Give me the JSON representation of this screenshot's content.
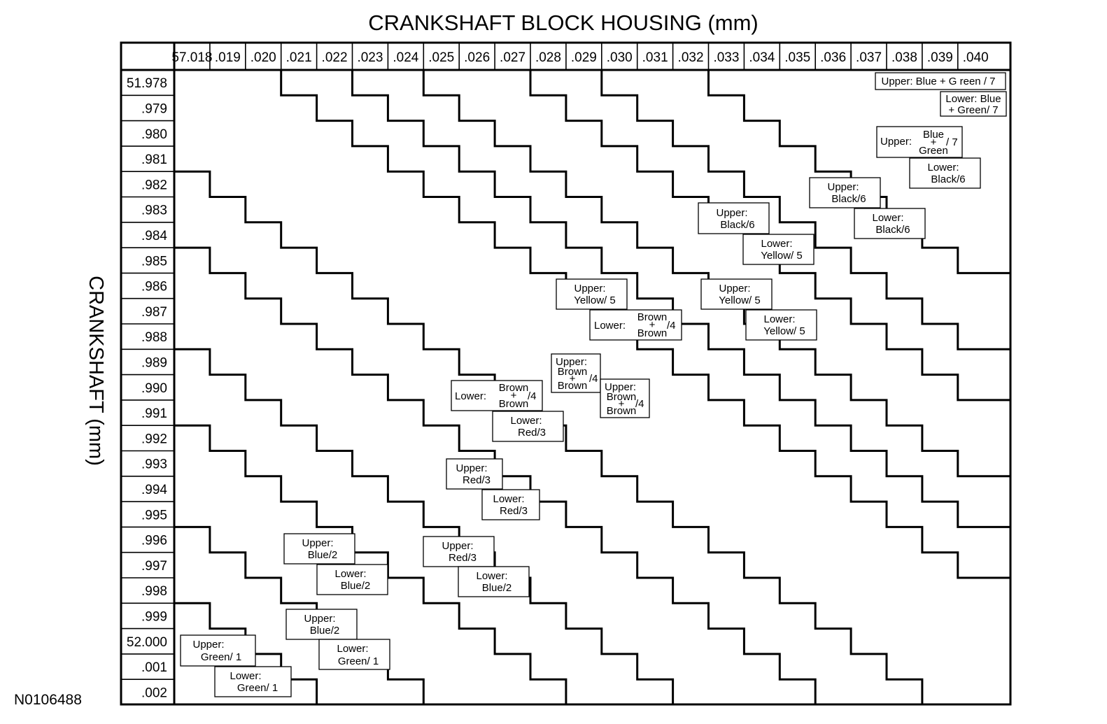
{
  "title": "CRANKSHAFT BLOCK HOUSING (mm)",
  "y_axis_label": "CRANKSHAFT (mm)",
  "figure_code": "N0106488",
  "columns": [
    "57.018",
    ".019",
    ".020",
    ".021",
    ".022",
    ".023",
    ".024",
    ".025",
    ".026",
    ".027",
    ".028",
    ".029",
    ".030",
    ".031",
    ".032",
    ".033",
    ".034",
    ".035",
    ".036",
    ".037",
    ".038",
    ".039",
    ".040"
  ],
  "rows": [
    "51.978",
    ".979",
    ".980",
    ".981",
    ".982",
    ".983",
    ".984",
    ".985",
    ".986",
    ".987",
    ".988",
    ".989",
    ".990",
    ".991",
    ".992",
    ".993",
    ".994",
    ".995",
    ".996",
    ".997",
    ".998",
    ".999",
    "52.000",
    ".001",
    ".002"
  ],
  "zones": [
    {
      "upper": "Upper: Green/ 1",
      "lower": "Lower: Green/ 1"
    },
    {
      "upper": "Upper: Blue/2",
      "lower": "Lower: Blue/2"
    },
    {
      "upper": "Upper: Blue/2",
      "lower": "Lower: Green/ 1"
    },
    {
      "upper": "Upper: Red/3",
      "lower": "Lower: Blue/2"
    },
    {
      "upper": "Upper: Red/3",
      "lower": "Lower: Red/3"
    },
    {
      "upper": "Upper: Brown + Brown /4",
      "lower": "Lower: Red/3"
    },
    {
      "upper": "Upper: Brown + Brown /4",
      "lower": "Lower: Brown + Brown /4"
    },
    {
      "upper": "Upper: Yellow/ 5",
      "lower": "Lower: Brown + Brown /4"
    },
    {
      "upper": "Upper: Yellow/ 5",
      "lower": "Lower: Yellow/ 5"
    },
    {
      "upper": "Upper: Black/6",
      "lower": "Lower: Yellow/ 5"
    },
    {
      "upper": "Upper: Black/6",
      "lower": "Lower: Black/6"
    },
    {
      "upper": "Upper: Blue + Green / 7",
      "lower": "Lower: Black/6"
    },
    {
      "upper": "Upper: Blue + G reen / 7",
      "lower": "Lower: Blue + Green / 7"
    }
  ],
  "labels": {
    "green1_upper": [
      "Upper:",
      "Green/ 1"
    ],
    "green1_lower": [
      "Lower:",
      "Green/ 1"
    ],
    "blue2_upper_a": [
      "Upper:",
      "Blue/2"
    ],
    "green1_lower_b": [
      "Lower:",
      "Green/ 1"
    ],
    "blue2_upper_b": [
      "Upper:",
      "Blue/2"
    ],
    "blue2_lower_b": [
      "Lower:",
      "Blue/2"
    ],
    "red3_upper_a": [
      "Upper:",
      "Red/3"
    ],
    "blue2_lower_c": [
      "Lower:",
      "Blue/2"
    ],
    "red3_upper_b": [
      "Upper:",
      "Red/3"
    ],
    "red3_lower_b": [
      "Lower:",
      "Red/3"
    ],
    "brown4_lower_a": {
      "prefix": "Lower:",
      "top": "Brown",
      "plus": "+",
      "bottom": "Brown",
      "code": "/4"
    },
    "red3_lower_c": [
      "Lower:",
      "Red/3"
    ],
    "brown4_upper_a": {
      "prefix": "Upper:",
      "top": "Brown",
      "plus": "+",
      "bottom": "Brown",
      "code": "/4"
    },
    "brown4_upper_b": {
      "prefix": "Upper:",
      "top": "Brown",
      "plus": "+",
      "bottom": "Brown",
      "code": "/4"
    },
    "yellow5_upper_a": [
      "Upper:",
      "Yellow/ 5"
    ],
    "brown4_lower_b": {
      "prefix": "Lower:",
      "top": "Brown",
      "plus": "+",
      "bottom": "Brown",
      "code": "/4"
    },
    "yellow5_upper_b": [
      "Upper:",
      "Yellow/ 5"
    ],
    "yellow5_lower_b": [
      "Lower:",
      "Yellow/ 5"
    ],
    "black6_upper_a": [
      "Upper:",
      "Black/6"
    ],
    "yellow5_lower_c": [
      "Lower:",
      "Yellow/ 5"
    ],
    "black6_upper_b": [
      "Upper:",
      "Black/6"
    ],
    "black6_lower_b": [
      "Lower:",
      "Black/6"
    ],
    "bluegreen7_upper_a": {
      "prefix": "Upper:",
      "top": "Blue",
      "plus": "+",
      "bottom": "Green",
      "code": "/ 7"
    },
    "black6_lower_c": [
      "Lower:",
      "Black/6"
    ],
    "bluegreen7_upper_b": "Upper: Blue + G reen / 7",
    "bluegreen7_lower_b": [
      "Lower: Blue",
      "+ Green/ 7"
    ]
  }
}
